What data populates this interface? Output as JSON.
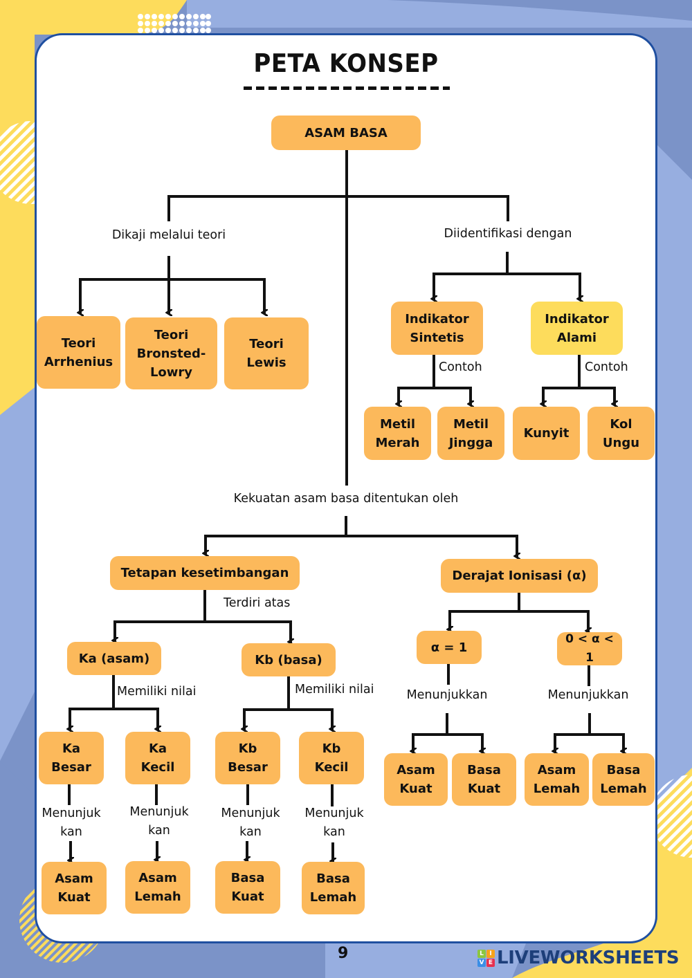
{
  "title": "PETA KONSEP",
  "colors": {
    "node_primary": "#fcb95b",
    "node_alt": "#fddc5c",
    "frame_border": "#1f4fa0",
    "bg_blue": "#7b93c8",
    "bg_light_blue": "#97aee0",
    "bg_yellow": "#fddc5c",
    "brand_text": "#1d3f7a"
  },
  "root": "ASAM BASA",
  "labels": {
    "dikaji": "Dikaji melalui teori",
    "diidentifikasi": "Diidentifikasi dengan",
    "contoh_sintetis": "Contoh",
    "contoh_alami": "Contoh",
    "kekuatan": "Kekuatan asam basa ditentukan oleh",
    "terdiri": "Terdiri atas",
    "memiliki_ka": "Memiliki nilai",
    "memiliki_kb": "Memiliki nilai",
    "menunjuk_ka_besar": "Menunjuk\nkan",
    "menunjuk_ka_kecil": "Menunjuk\nkan",
    "menunjuk_kb_besar": "Menunjuk\nkan",
    "menunjuk_kb_kecil": "Menunjuk\nkan",
    "menunjukkan_alpha1": "Menunjukkan",
    "menunjukkan_alpha_partial": "Menunjukkan"
  },
  "nodes": {
    "teori_arrhenius": "Teori\nArrhenius",
    "teori_bronsted": "Teori\nBronsted-\nLowry",
    "teori_lewis": "Teori\nLewis",
    "indikator_sintetis": "Indikator\nSintetis",
    "indikator_alami": "Indikator\nAlami",
    "metil_merah": "Metil\nMerah",
    "metil_jingga": "Metil\nJingga",
    "kunyit": "Kunyit",
    "kol_ungu": "Kol\nUngu",
    "tetapan": "Tetapan kesetimbangan",
    "derajat": "Derajat Ionisasi (α)",
    "ka_asam": "Ka (asam)",
    "kb_basa": "Kb (basa)",
    "ka_besar": "Ka\nBesar",
    "ka_kecil": "Ka\nKecil",
    "kb_besar": "Kb\nBesar",
    "kb_kecil": "Kb\nKecil",
    "ka_besar_result": "Asam\nKuat",
    "ka_kecil_result": "Asam\nLemah",
    "kb_besar_result": "Basa\nKuat",
    "kb_kecil_result": "Basa\nLemah",
    "alpha_one": "α = 1",
    "alpha_partial": "0 < α < 1",
    "alpha_one_asam": "Asam\nKuat",
    "alpha_one_basa": "Basa\nKuat",
    "alpha_partial_asam": "Asam\nLemah",
    "alpha_partial_basa": "Basa\nLemah"
  },
  "footer": {
    "page_number": "9",
    "brand": "LIVEWORKSHEETS",
    "logo_letters": [
      "L",
      "I",
      "V",
      "E"
    ]
  }
}
